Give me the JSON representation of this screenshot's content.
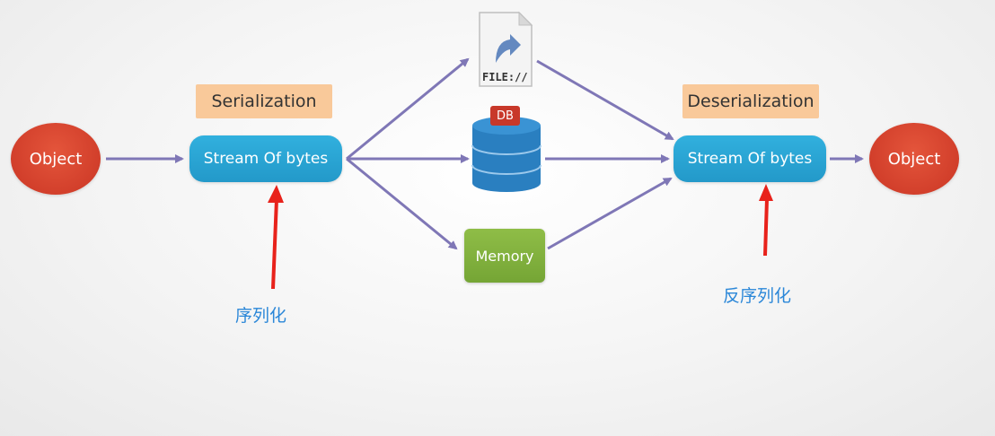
{
  "nodes": {
    "object_left": "Object",
    "object_right": "Object",
    "stream_left": "Stream Of bytes",
    "stream_right": "Stream Of bytes",
    "serialization": "Serialization",
    "deserialization": "Deserialization",
    "file_label": "FILE://",
    "db_label": "DB",
    "memory": "Memory"
  },
  "annotations": {
    "left": "序列化",
    "right": "反序列化"
  },
  "colors": {
    "object": "#d23f2b",
    "stream": "#2399c9",
    "label_box": "#f9c99a",
    "memory": "#75a535",
    "arrow": "#7f77b6",
    "annotation_arrow": "#e8221b",
    "annotation_text": "#2b87d8",
    "db_body": "#2a7fc0",
    "db_tag": "#c8382a"
  }
}
